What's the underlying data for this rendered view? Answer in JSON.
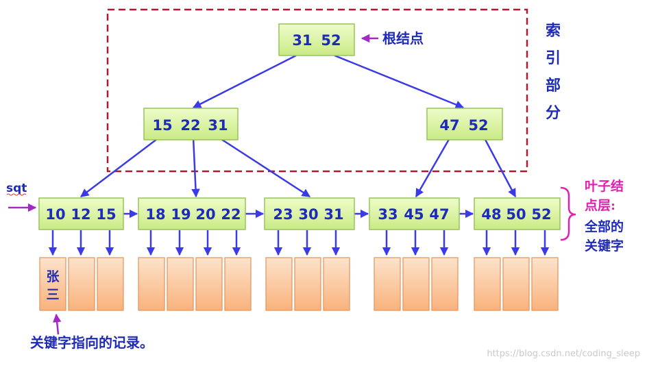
{
  "root_node": {
    "keys": [
      "31",
      "52"
    ],
    "label": "根结点"
  },
  "index_label": [
    "索",
    "引",
    "部",
    "分"
  ],
  "internal_nodes": [
    {
      "keys": [
        "15",
        "22",
        "31"
      ]
    },
    {
      "keys": [
        "47",
        "52"
      ]
    }
  ],
  "leaf_nodes": [
    {
      "keys": [
        "10",
        "12",
        "15"
      ]
    },
    {
      "keys": [
        "18",
        "19",
        "20",
        "22"
      ]
    },
    {
      "keys": [
        "23",
        "30",
        "31"
      ]
    },
    {
      "keys": [
        "33",
        "45",
        "47"
      ]
    },
    {
      "keys": [
        "48",
        "50",
        "52"
      ]
    }
  ],
  "sqt_label": "sqt",
  "leaf_layer_label": [
    "叶子结",
    "点层:",
    "全部的",
    "关键字"
  ],
  "record_label": [
    "张",
    "三"
  ],
  "record_caption": "关键字指向的记录。",
  "watermark": "https://blog.csdn.net/coding_sleep",
  "colors": {
    "node_fill": "#dcf5a6",
    "node_stroke": "#98c45a",
    "key_text": "#1e2bb8",
    "arrow": "#3a3ae6",
    "dashed_border": "#b1182b",
    "record_fill": "#fdc8a0",
    "record_stroke": "#e3925a",
    "brace": "#e020b0",
    "sqt_arrow": "#a228c8",
    "leaf_label": "#e020b0"
  }
}
